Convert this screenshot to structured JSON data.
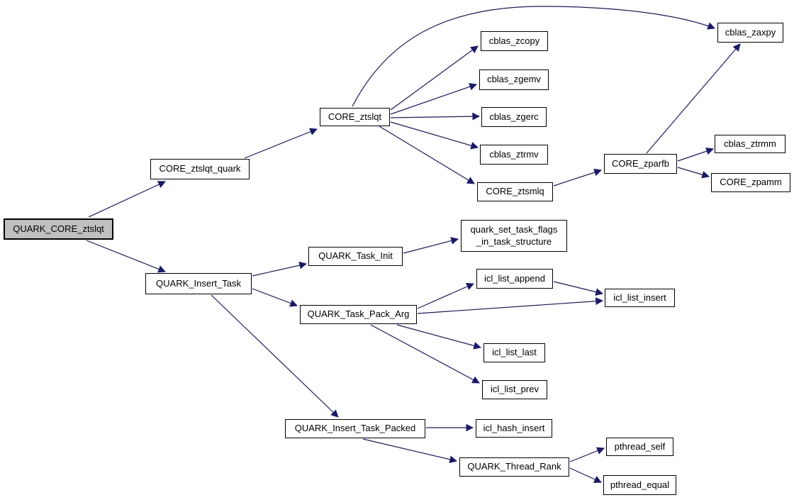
{
  "diagram": {
    "type": "call-graph",
    "root_function": "QUARK_CORE_ztslqt",
    "colors": {
      "edge": "#191970",
      "node_border": "#000000",
      "node_fill": "#ffffff",
      "root_fill": "#c0c0c0",
      "text": "#000000",
      "background": "#ffffff"
    },
    "nodes": [
      {
        "label": "QUARK_CORE_ztslqt"
      },
      {
        "label": "CORE_ztslqt_quark"
      },
      {
        "label": "CORE_ztslqt"
      },
      {
        "label": "cblas_zcopy"
      },
      {
        "label": "cblas_zgemv"
      },
      {
        "label": "cblas_zgerc"
      },
      {
        "label": "cblas_ztrmv"
      },
      {
        "label": "CORE_ztsmlq"
      },
      {
        "label": "CORE_zparfb"
      },
      {
        "label": "cblas_zaxpy"
      },
      {
        "label": "cblas_ztrmm"
      },
      {
        "label": "CORE_zpamm"
      },
      {
        "label": "QUARK_Insert_Task"
      },
      {
        "label": "QUARK_Task_Init"
      },
      {
        "label": "quark_set_task_flags_in_task_structure",
        "lines": [
          "quark_set_task_flags",
          "_in_task_structure"
        ]
      },
      {
        "label": "QUARK_Task_Pack_Arg"
      },
      {
        "label": "icl_list_append"
      },
      {
        "label": "icl_list_insert"
      },
      {
        "label": "icl_list_last"
      },
      {
        "label": "icl_list_prev"
      },
      {
        "label": "QUARK_Insert_Task_Packed"
      },
      {
        "label": "icl_hash_insert"
      },
      {
        "label": "QUARK_Thread_Rank"
      },
      {
        "label": "pthread_self"
      },
      {
        "label": "pthread_equal"
      }
    ],
    "edges": [
      {
        "from": "QUARK_CORE_ztslqt",
        "to": "CORE_ztslqt_quark"
      },
      {
        "from": "QUARK_CORE_ztslqt",
        "to": "QUARK_Insert_Task"
      },
      {
        "from": "CORE_ztslqt_quark",
        "to": "CORE_ztslqt"
      },
      {
        "from": "CORE_ztslqt",
        "to": "cblas_zaxpy"
      },
      {
        "from": "CORE_ztslqt",
        "to": "cblas_zcopy"
      },
      {
        "from": "CORE_ztslqt",
        "to": "cblas_zgemv"
      },
      {
        "from": "CORE_ztslqt",
        "to": "cblas_zgerc"
      },
      {
        "from": "CORE_ztslqt",
        "to": "cblas_ztrmv"
      },
      {
        "from": "CORE_ztslqt",
        "to": "CORE_ztsmlq"
      },
      {
        "from": "CORE_ztsmlq",
        "to": "CORE_zparfb"
      },
      {
        "from": "CORE_zparfb",
        "to": "cblas_zaxpy"
      },
      {
        "from": "CORE_zparfb",
        "to": "cblas_ztrmm"
      },
      {
        "from": "CORE_zparfb",
        "to": "CORE_zpamm"
      },
      {
        "from": "QUARK_Insert_Task",
        "to": "QUARK_Task_Init"
      },
      {
        "from": "QUARK_Insert_Task",
        "to": "QUARK_Task_Pack_Arg"
      },
      {
        "from": "QUARK_Insert_Task",
        "to": "QUARK_Insert_Task_Packed"
      },
      {
        "from": "QUARK_Task_Init",
        "to": "quark_set_task_flags_in_task_structure"
      },
      {
        "from": "QUARK_Task_Pack_Arg",
        "to": "icl_list_append"
      },
      {
        "from": "QUARK_Task_Pack_Arg",
        "to": "icl_list_insert"
      },
      {
        "from": "QUARK_Task_Pack_Arg",
        "to": "icl_list_last"
      },
      {
        "from": "QUARK_Task_Pack_Arg",
        "to": "icl_list_prev"
      },
      {
        "from": "icl_list_append",
        "to": "icl_list_insert"
      },
      {
        "from": "QUARK_Insert_Task_Packed",
        "to": "icl_hash_insert"
      },
      {
        "from": "QUARK_Insert_Task_Packed",
        "to": "QUARK_Thread_Rank"
      },
      {
        "from": "QUARK_Thread_Rank",
        "to": "pthread_self"
      },
      {
        "from": "QUARK_Thread_Rank",
        "to": "pthread_equal"
      }
    ]
  }
}
